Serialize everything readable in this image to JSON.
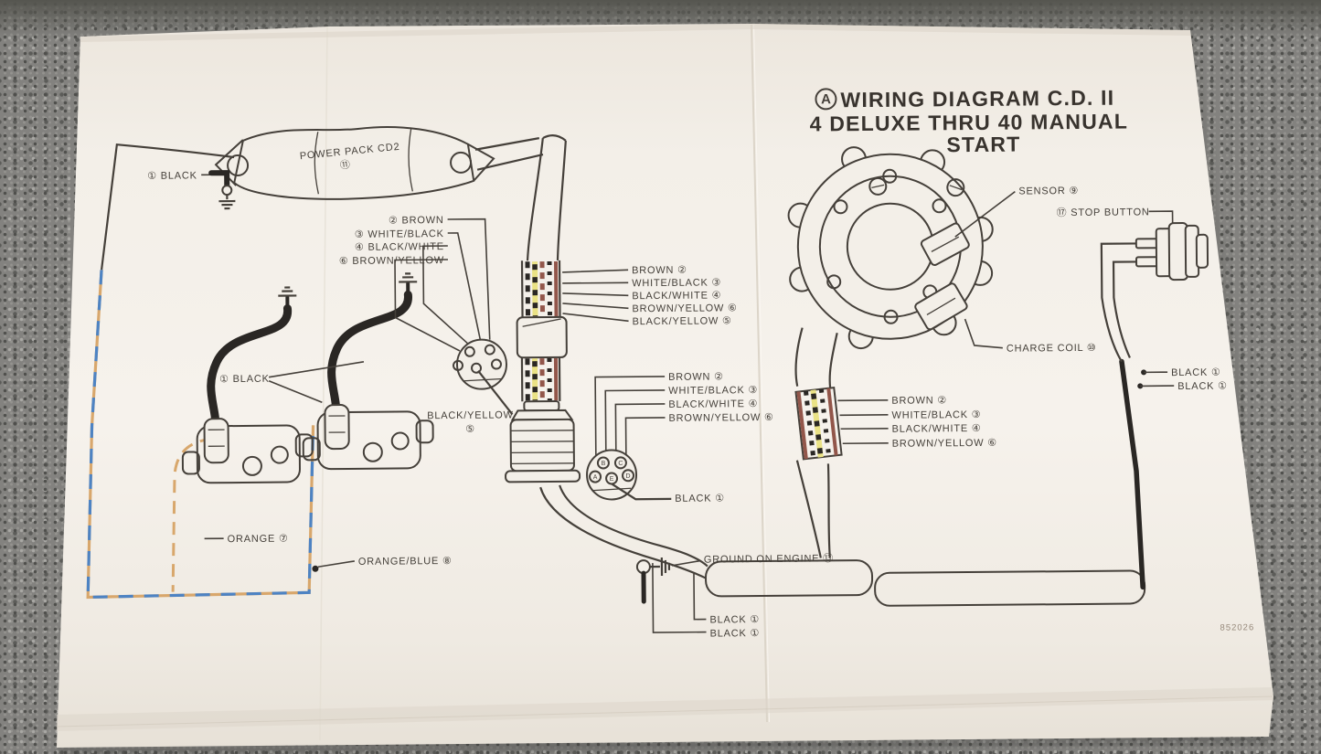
{
  "header": {
    "marker": "A",
    "title_line1": "WIRING DIAGRAM C.D. II",
    "title_line2": "4 DELUXE THRU 40 MANUAL",
    "title_line3": "START"
  },
  "footer": {
    "part_number": "852026"
  },
  "components": {
    "power_pack": {
      "label": "POWER PACK CD2",
      "ref": "⑪"
    },
    "sensor": "SENSOR ⑨",
    "stop_button": "⑰ STOP BUTTON",
    "charge_coil": "CHARGE COIL ⑩",
    "ground_on_engine": "GROUND ON ENGINE ⑬"
  },
  "wire_labels": {
    "powerpack_ground": "① BLACK",
    "coil_leads": "① BLACK",
    "connector_left": [
      "② BROWN",
      "③ WHITE/BLACK",
      "④ BLACK/WHITE",
      "⑥ BROWN/YELLOW"
    ],
    "harness_main": [
      "BROWN ②",
      "WHITE/BLACK ③",
      "BLACK/WHITE ④",
      "BROWN/YELLOW ⑥",
      "BLACK/YELLOW ⑤"
    ],
    "connector_mid": [
      "BROWN ②",
      "WHITE/BLACK ③",
      "BLACK/WHITE ④",
      "BROWN/YELLOW ⑥"
    ],
    "stator_harness": [
      "BROWN ②",
      "WHITE/BLACK ③",
      "BLACK/WHITE ④",
      "BROWN/YELLOW ⑥"
    ],
    "black_yellow_name": "BLACK/YELLOW",
    "black_yellow_ref": "⑤",
    "orange": "ORANGE ⑦",
    "orange_blue": "ORANGE/BLUE ⑧",
    "stop_black_1": "BLACK ①",
    "stop_black_2": "BLACK ①",
    "engine_black_1": "BLACK ①",
    "engine_black_2": "BLACK ①",
    "connector_black": "BLACK ①"
  },
  "connector_pins": [
    "B",
    "C",
    "A",
    "E",
    "D"
  ],
  "colors": {
    "paper": "#f3efe8",
    "carpet": "#83827f",
    "ink": "#45403a",
    "wire_black": "#2a2724",
    "brown": "#92564a",
    "yellow": "#eae285",
    "blue": "#4d83c3",
    "orange": "#d8a76c"
  }
}
